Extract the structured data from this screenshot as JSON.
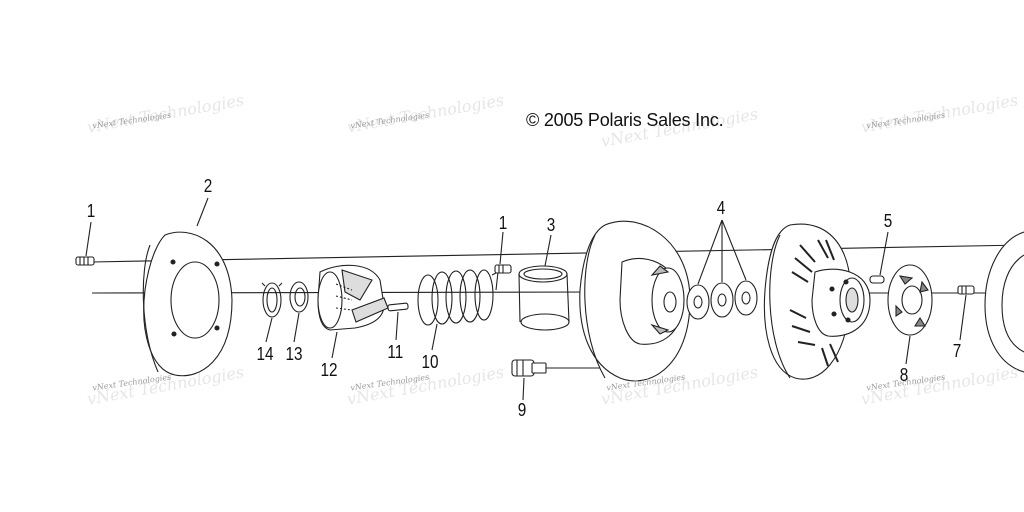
{
  "copyright": "© 2005 Polaris Sales Inc.",
  "watermark": "vNext Technologies",
  "callouts": [
    "1",
    "2",
    "1",
    "3",
    "4",
    "5",
    "7",
    "8",
    "9",
    "10",
    "11",
    "12",
    "13",
    "14"
  ],
  "colors": {
    "line": "#222222",
    "shade": "#bdbdbd",
    "paper": "#ffffff"
  }
}
